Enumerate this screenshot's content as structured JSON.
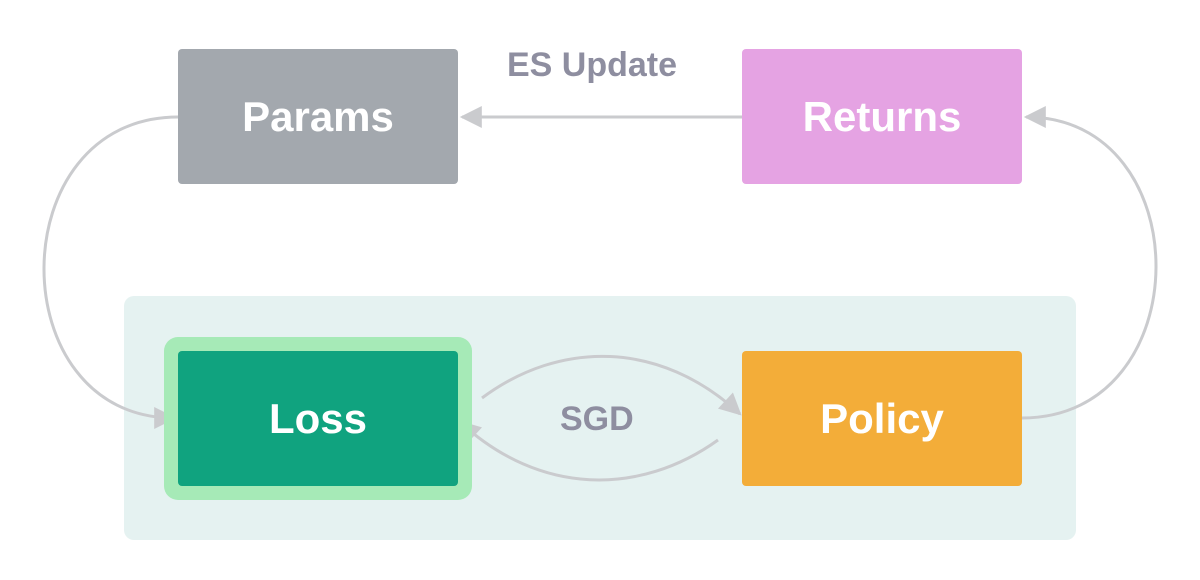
{
  "nodes": {
    "params": "Params",
    "returns": "Returns",
    "loss": "Loss",
    "policy": "Policy"
  },
  "edges": {
    "es_update": "ES Update",
    "sgd": "SGD"
  },
  "colors": {
    "params": "#a3a8ae",
    "returns": "#e5a3e3",
    "loss": "#10a37f",
    "loss_highlight": "#a6eab7",
    "policy": "#f3ad39",
    "group_background": "#e5f2f1",
    "edge": "#cacbce",
    "edge_label": "#8e8ea0"
  }
}
